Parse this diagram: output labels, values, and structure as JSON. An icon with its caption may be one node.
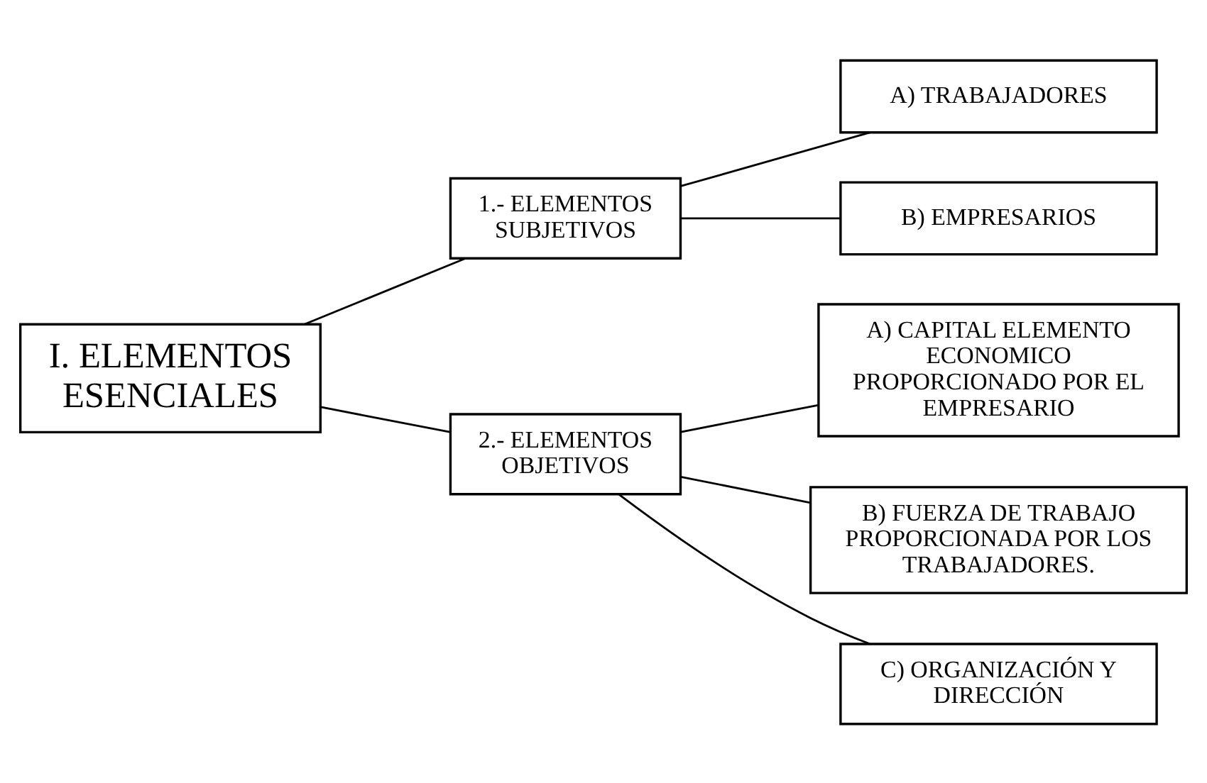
{
  "diagram": {
    "nodes": [
      {
        "text": [
          "I. ELEMENTOS ESENCIALES"
        ]
      },
      {
        "text": [
          "1.- ELEMENTOS SUBJETIVOS"
        ]
      },
      {
        "text": [
          "2.- ELEMENTOS OBJETIVOS"
        ]
      },
      {
        "text": [
          "A) TRABAJADORES"
        ]
      },
      {
        "text": [
          "B) EMPRESARIOS"
        ]
      },
      {
        "text": [
          "A) CAPITAL ELEMENTO ECONOMICO PROPORCIONADO POR EL EMPRESARIO"
        ]
      },
      {
        "text": [
          "B) FUERZA DE TRABAJO PROPORCIONADA POR LOS TRABAJADORES."
        ]
      },
      {
        "text": [
          "C) ORGANIZACIÓN Y DIRECCIÓN"
        ]
      }
    ],
    "edges": [
      {
        "from": 0,
        "to": 1,
        "arrow": "none"
      },
      {
        "from": 0,
        "to": 2,
        "arrow": "none"
      },
      {
        "from": 1,
        "to": 3,
        "arrow": "none"
      },
      {
        "from": 1,
        "to": 4,
        "arrow": "none"
      },
      {
        "from": 2,
        "to": 5,
        "arrow": "none"
      },
      {
        "from": 2,
        "to": 6,
        "arrow": "none"
      },
      {
        "from": 2,
        "to": 7,
        "arrow": "none"
      }
    ]
  }
}
